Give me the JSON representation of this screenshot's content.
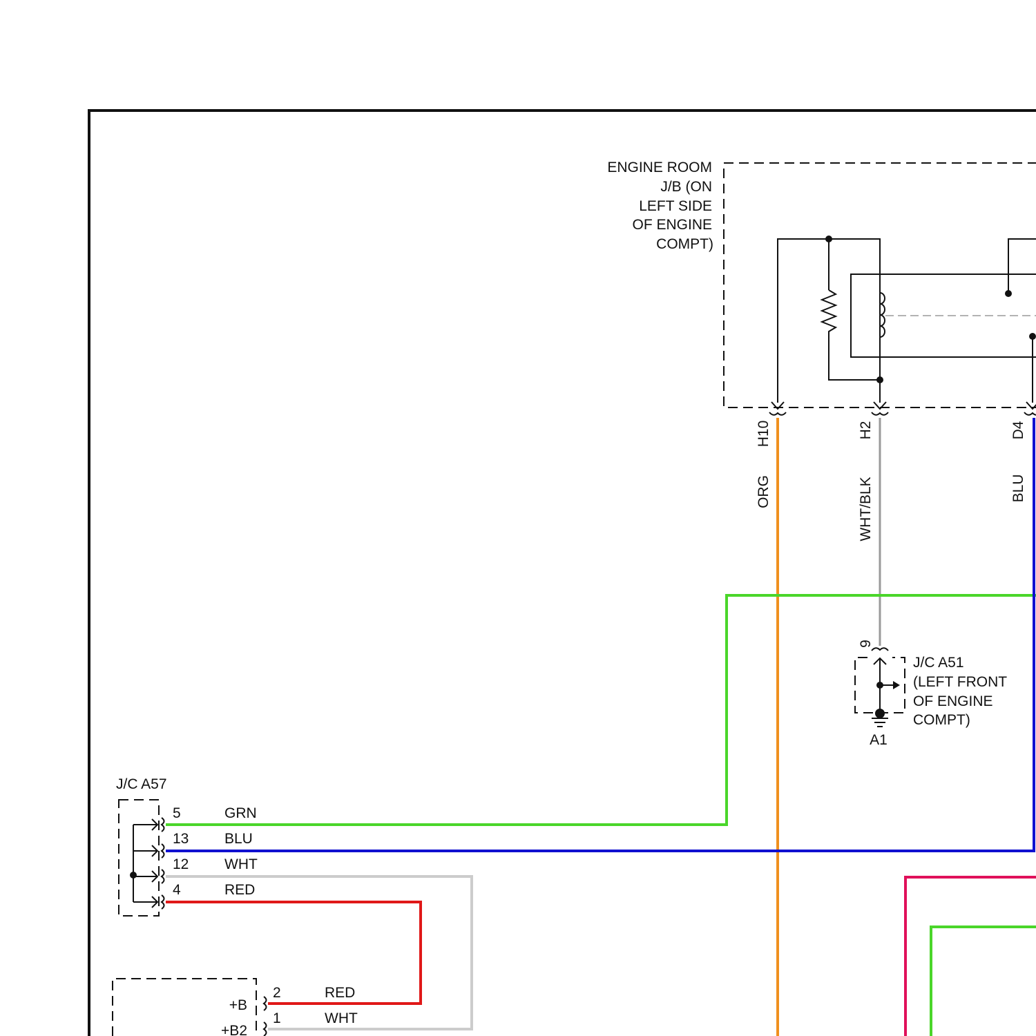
{
  "colors": {
    "background": "#ffffff",
    "line": "#111111",
    "orange": "#f0901e",
    "green": "#4ad62a",
    "blue": "#1010d0",
    "red": "#e01818",
    "crimson": "#e0105a",
    "white_wire": "#cccccc",
    "gray": "#9a9a9a"
  },
  "engine_room_jb": {
    "label_lines": [
      "ENGINE ROOM",
      "J/B (ON",
      "LEFT SIDE",
      "OF ENGINE",
      "COMPT)"
    ]
  },
  "terminals": [
    {
      "pin": "H10",
      "wire": "ORG"
    },
    {
      "pin": "H2",
      "wire": "WHT/BLK"
    },
    {
      "pin": "D4",
      "wire": "BLU"
    }
  ],
  "jc_a51": {
    "pin": "9",
    "label_lines": [
      "J/C A51",
      "(LEFT FRONT",
      "OF ENGINE",
      "COMPT)"
    ],
    "ground": "A1"
  },
  "jc_a57": {
    "label": "J/C A57",
    "pins": [
      {
        "pin": "5",
        "wire": "GRN"
      },
      {
        "pin": "13",
        "wire": "BLU"
      },
      {
        "pin": "12",
        "wire": "WHT"
      },
      {
        "pin": "4",
        "wire": "RED"
      }
    ]
  },
  "bottom_component": {
    "pins": [
      {
        "name": "+B",
        "pin": "2",
        "wire": "RED"
      },
      {
        "name": "+B2",
        "pin": "1",
        "wire": "WHT"
      }
    ]
  }
}
